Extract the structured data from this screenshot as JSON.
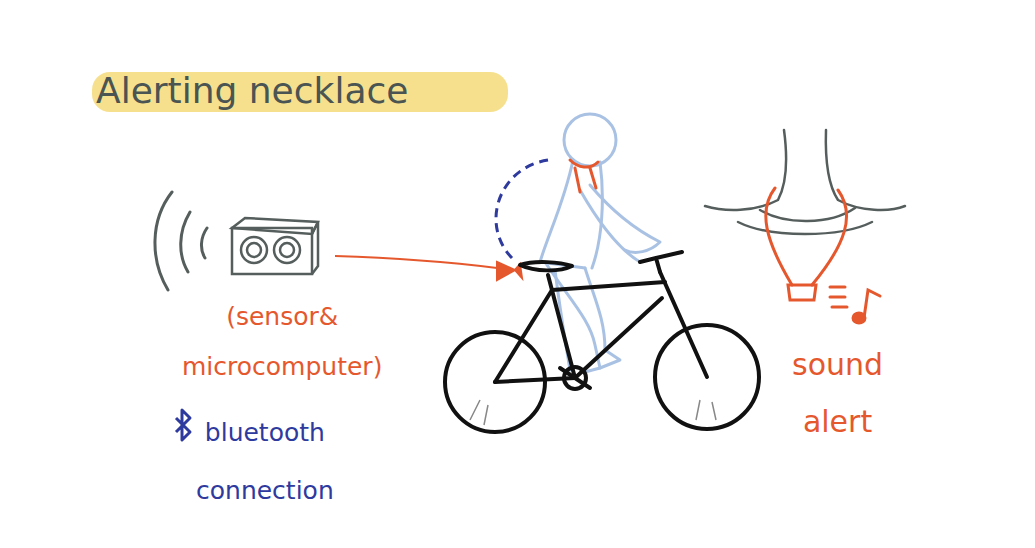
{
  "diagram": {
    "title": "Alerting necklace",
    "labels": [
      "(sensor& microcomputer)",
      "bluetooth connection",
      "sound alert"
    ]
  }
}
